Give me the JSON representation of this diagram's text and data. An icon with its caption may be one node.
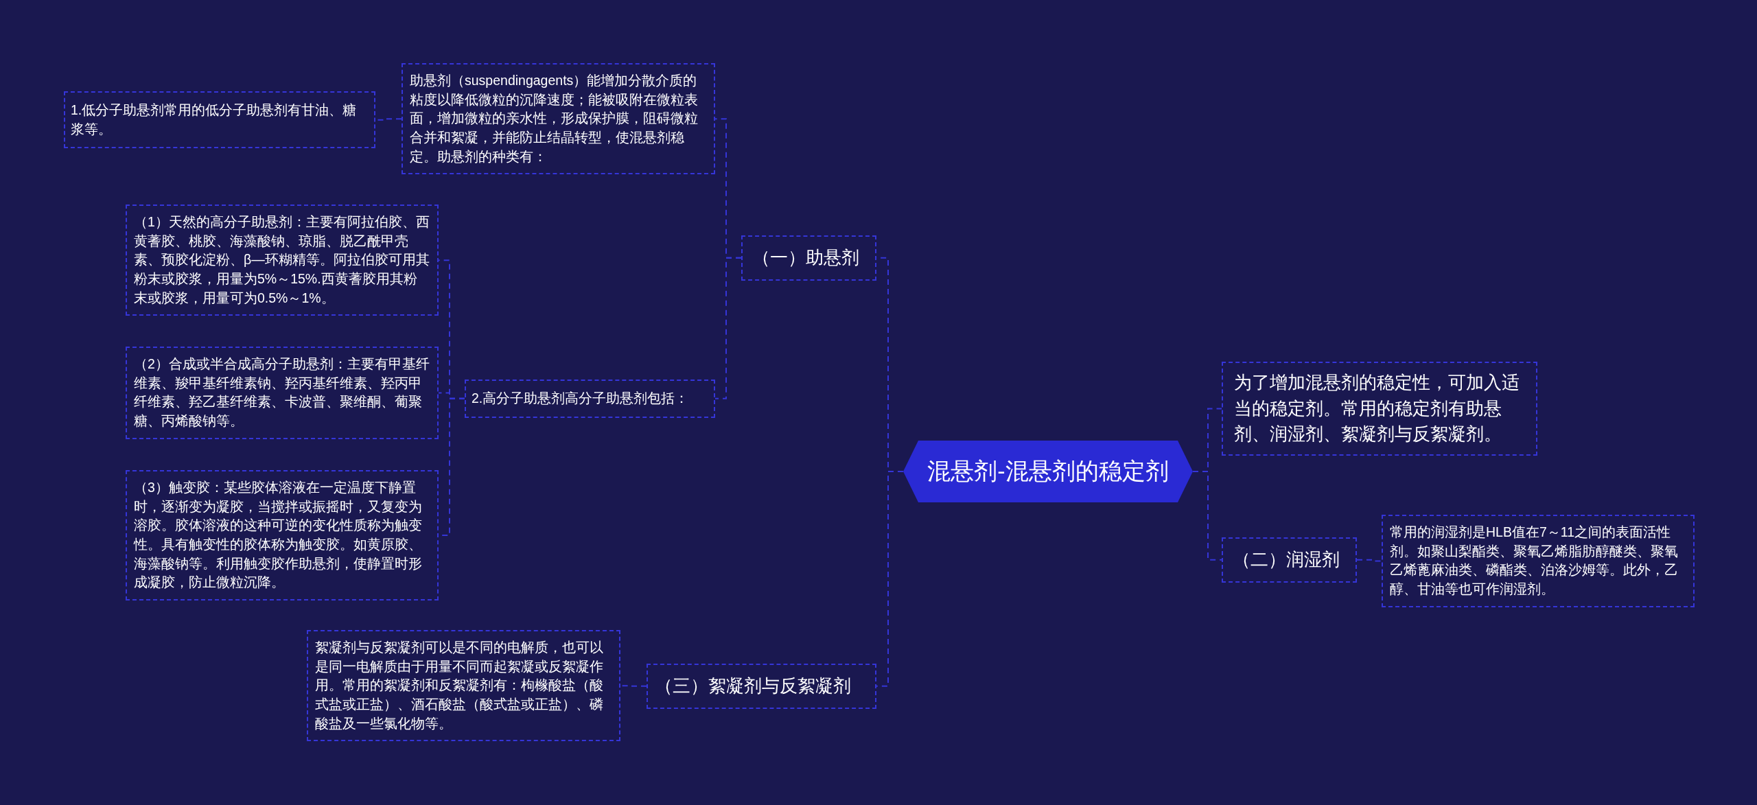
{
  "diagram": {
    "nodes": [
      {
        "text": [
          "混悬剂-混悬剂的稳定剂"
        ]
      },
      {
        "text": [
          "为了增加混悬剂的稳定性，可加入适当的稳定剂。常用的稳定剂有助悬剂、润湿剂、絮凝剂与反絮凝剂。"
        ]
      },
      {
        "text": [
          "（一）助悬剂"
        ]
      },
      {
        "text": [
          "助悬剂（suspendingagents）能增加分散介质的粘度以降低微粒的沉降速度；能被吸附在微粒表面，增加微粒的亲水性，形成保护膜，阻碍微粒合并和絮凝，并能防止结晶转型，使混悬剂稳定。助悬剂的种类有："
        ]
      },
      {
        "text": [
          "1.低分子助悬剂常用的低分子助悬剂有甘油、糖浆等。"
        ]
      },
      {
        "text": [
          "2.高分子助悬剂高分子助悬剂包括："
        ]
      },
      {
        "text": [
          "（1）天然的高分子助悬剂：主要有阿拉伯胶、西黄蓍胶、桃胶、海藻酸钠、琼脂、脱乙酰甲壳素、预胶化淀粉、β—环糊精等。阿拉伯胶可用其粉末或胶浆，用量为5%～15%.西黄蓍胶用其粉末或胶浆，用量可为0.5%～1%。"
        ]
      },
      {
        "text": [
          "（2）合成或半合成高分子助悬剂：主要有甲基纤维素、羧甲基纤维素钠、羟丙基纤维素、羟丙甲纤维素、羟乙基纤维素、卡波普、聚维酮、葡聚糖、丙烯酸钠等。"
        ]
      },
      {
        "text": [
          "（3）触变胶：某些胶体溶液在一定温度下静置时，逐渐变为凝胶，当搅拌或振摇时，又复变为溶胶。胶体溶液的这种可逆的变化性质称为触变性。具有触变性的胶体称为触变胶。如黄原胶、海藻酸钠等。利用触变胶作助悬剂，使静置时形成凝胶，防止微粒沉降。"
        ]
      },
      {
        "text": [
          "（二）润湿剂"
        ]
      },
      {
        "text": [
          "常用的润湿剂是HLB值在7～11之间的表面活性剂。如聚山梨酯类、聚氧乙烯脂肪醇醚类、聚氧乙烯蓖麻油类、磷酯类、泊洛沙姆等。此外，乙醇、甘油等也可作润湿剂。"
        ]
      },
      {
        "text": [
          "（三）絮凝剂与反絮凝剂"
        ]
      },
      {
        "text": [
          "絮凝剂与反絮凝剂可以是不同的电解质，也可以是同一电解质由于用量不同而起絮凝或反絮凝作用。常用的絮凝剂和反絮凝剂有：枸橼酸盐（酸式盐或正盐）、酒石酸盐（酸式盐或正盐）、磷酸盐及一些氯化物等。"
        ]
      }
    ],
    "edges": [
      {
        "from": 0,
        "to": 1,
        "arrow": "none"
      },
      {
        "from": 0,
        "to": 2,
        "arrow": "none"
      },
      {
        "from": 2,
        "to": 3,
        "arrow": "none"
      },
      {
        "from": 3,
        "to": 4,
        "arrow": "none"
      },
      {
        "from": 2,
        "to": 5,
        "arrow": "none"
      },
      {
        "from": 5,
        "to": 6,
        "arrow": "none"
      },
      {
        "from": 5,
        "to": 7,
        "arrow": "none"
      },
      {
        "from": 5,
        "to": 8,
        "arrow": "none"
      },
      {
        "from": 0,
        "to": 9,
        "arrow": "none"
      },
      {
        "from": 9,
        "to": 10,
        "arrow": "none"
      },
      {
        "from": 0,
        "to": 11,
        "arrow": "none"
      },
      {
        "from": 11,
        "to": 12,
        "arrow": "none"
      }
    ]
  }
}
